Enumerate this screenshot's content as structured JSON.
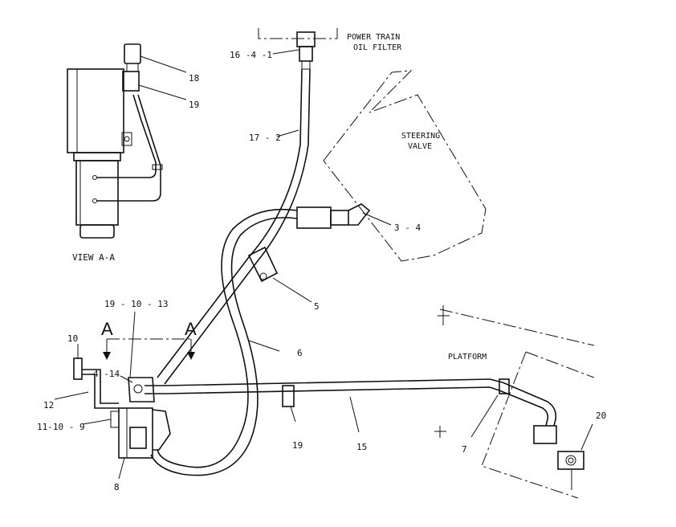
{
  "labels": {
    "power_train_1": "POWER TRAIN",
    "power_train_2": "OIL FILTER",
    "steering_1": "STEERING",
    "steering_2": "VALVE",
    "platform": "PLATFORM",
    "view": "VIEW A-A",
    "section_a": "A"
  },
  "callouts": {
    "c_16_4_1": "16 -4 -1",
    "c_18": "18",
    "c_19_top": "19",
    "c_17_2": "17 - 2",
    "c_3_4": "3 - 4",
    "c_5": "5",
    "c_19_10_13": "19 - 10 - 13",
    "c_6": "6",
    "c_10": "10",
    "c_4_14": "4 -14",
    "c_12": "12",
    "c_11_10_9": "11-10 - 9",
    "c_8": "8",
    "c_19_bottom": "19",
    "c_15": "15",
    "c_7": "7",
    "c_20": "20"
  }
}
